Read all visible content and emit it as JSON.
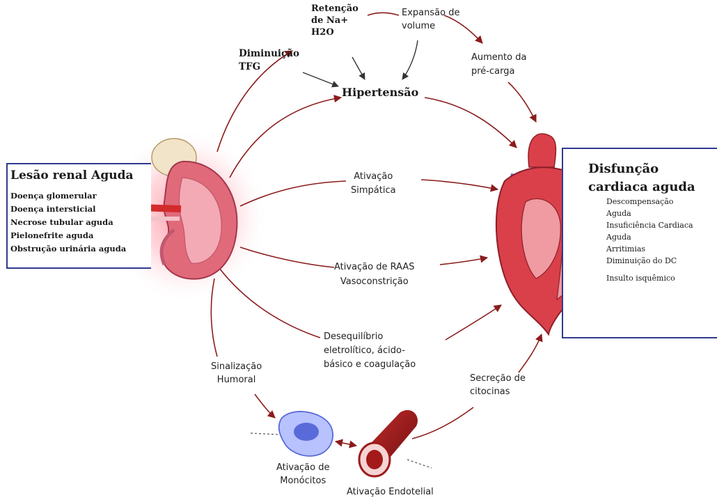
{
  "kidney_panel": {
    "title": "Lesão renal Aguda",
    "items": [
      "Doença glomerular",
      "Doença intersticial",
      "Necrose tubular aguda",
      "Pielonefrite aguda",
      "Obstrução urinária aguda"
    ]
  },
  "heart_panel": {
    "title_line1": "Disfunção",
    "title_line2": "cardiaca aguda",
    "items": [
      "Descompensação",
      "Aguda",
      "Insuficiência Cardiaca",
      "Aguda",
      "Arritimias",
      "Diminuição do DC",
      "Insulto isquêmico"
    ]
  },
  "labels": {
    "retencao": [
      "Retenção",
      "de Na+",
      "H2O"
    ],
    "expansao": [
      "Expansão de",
      "volume"
    ],
    "diminuicao_tfg": [
      "Diminuição",
      "TFG"
    ],
    "aumento_precarga": [
      "Aumento da",
      "pré-carga"
    ],
    "hipertensao": "Hipertensão",
    "ativacao_simpatica": [
      "Ativação",
      "Simpática"
    ],
    "ativacao_raas": [
      "Ativação de RAAS",
      "Vasoconstrição"
    ],
    "desequilibrio": [
      "Desequilíbrio",
      "eletrolítico, ácido-",
      "básico e coagulação"
    ],
    "sinalizacao": [
      "Sinalização",
      "Humoral"
    ],
    "secrecao": [
      "Secreção de",
      "citocinas"
    ],
    "ativacao_monocitos": [
      "Ativação de",
      "Monócitos"
    ],
    "ativacao_endotelial": "Ativação Endotelial"
  },
  "colors": {
    "arrow": "#8b1c1c",
    "box_border": "#2f3a8f",
    "kidney": "#e06a7a",
    "heart": "#d9404a",
    "vessel": "#9e1b1b",
    "monocyte": "#5a6ad8"
  }
}
